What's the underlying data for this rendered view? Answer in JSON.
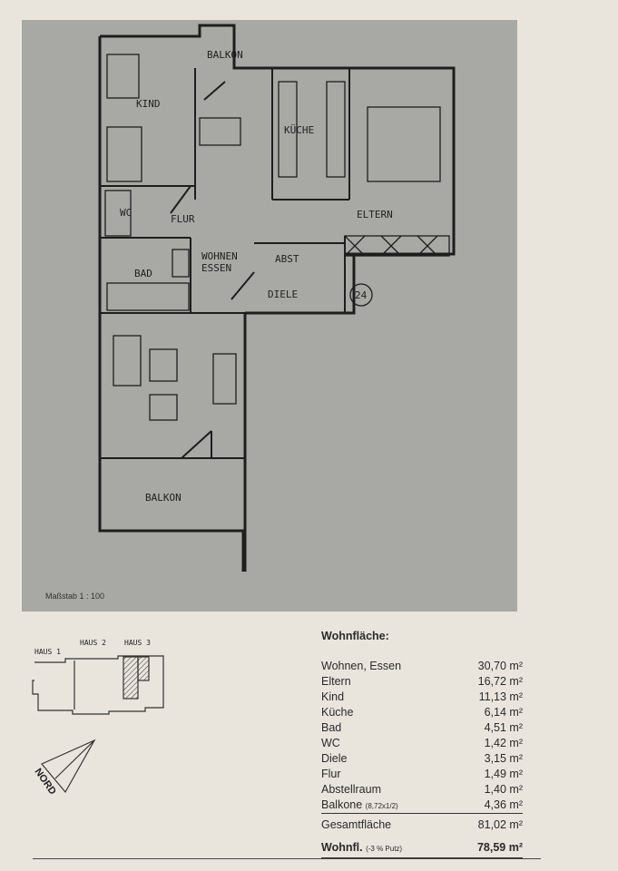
{
  "plan": {
    "rooms": {
      "kind": "KIND",
      "balkon_top": "BALKON",
      "kueche": "KÜCHE",
      "eltern": "ELTERN",
      "wc": "WC",
      "flur": "FLUR",
      "wohnen": "WOHNEN",
      "essen": "ESSEN",
      "abst": "ABST",
      "diele": "DIELE",
      "bad": "BAD",
      "balkon_bottom": "BALKON"
    },
    "unit_number": "24",
    "scale": "Maßstab 1 : 100"
  },
  "site": {
    "houses": [
      "HAUS 1",
      "HAUS 2",
      "HAUS 3"
    ],
    "north": "NORD"
  },
  "areas": {
    "title": "Wohnfläche:",
    "rows": [
      {
        "name": "Wohnen, Essen",
        "value": "30,70 m²"
      },
      {
        "name": "Eltern",
        "value": "16,72 m²"
      },
      {
        "name": "Kind",
        "value": "11,13 m²"
      },
      {
        "name": "Küche",
        "value": "6,14 m²"
      },
      {
        "name": "Bad",
        "value": "4,51 m²"
      },
      {
        "name": "WC",
        "value": "1,42 m²"
      },
      {
        "name": "Diele",
        "value": "3,15 m²"
      },
      {
        "name": "Flur",
        "value": "1,49 m²"
      },
      {
        "name": "Abstellraum",
        "value": "1,40 m²"
      }
    ],
    "balkone": {
      "name": "Balkone",
      "note": "(8,72x1/2)",
      "value": "4,36 m²"
    },
    "total": {
      "name": "Gesamtfläche",
      "value": "81,02 m²"
    },
    "net": {
      "name": "Wohnfl.",
      "note": "(-3 % Putz)",
      "value": "78,59 m²"
    }
  }
}
